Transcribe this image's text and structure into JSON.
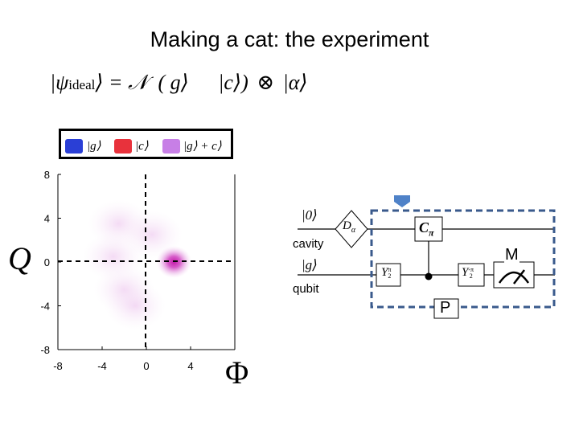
{
  "title": "Making a cat: the experiment",
  "equation": {
    "lhs": "|ψ",
    "lhs_sub": "ideal",
    "lhs_end": "⟩ = ",
    "norm": "𝒩",
    "state_g": "( g⟩",
    "state_c": "|c⟩)",
    "otimes": "⊗",
    "alpha": "|α⟩"
  },
  "legend": {
    "items": [
      {
        "label": "|g⟩",
        "color": "#2a3fd6"
      },
      {
        "label": "|c⟩",
        "color": "#e8323c"
      },
      {
        "label": "|g⟩ + c⟩",
        "color": "#c77fe6"
      }
    ]
  },
  "plot": {
    "xlabel": "Φ",
    "ylabel": "Q",
    "xticks": [
      "-8",
      "-4",
      "0",
      "4"
    ],
    "yticks": [
      "8",
      "4",
      "0",
      "-4",
      "-8"
    ],
    "xlim": [
      -8,
      8
    ],
    "ylim": [
      -8,
      8
    ],
    "spot_color": "#d040c0",
    "spot_center": [
      2.5,
      0
    ]
  },
  "circuit": {
    "ket0": "|0⟩",
    "cavity_label": "cavity",
    "ketg": "|g⟩",
    "qubit_label": "qubit",
    "displacement": "D",
    "displacement_sub": "α",
    "cpi": "C",
    "cpi_sub": "π",
    "y1": "Y",
    "y1_sup": "π",
    "y1_sub": "2",
    "y2": "Y",
    "y2_sup": "-π",
    "y2_sub": "2",
    "p_label": "P",
    "m_label": "M",
    "frame_color": "#3a5a8c",
    "marker_color": "#4f82c8"
  }
}
